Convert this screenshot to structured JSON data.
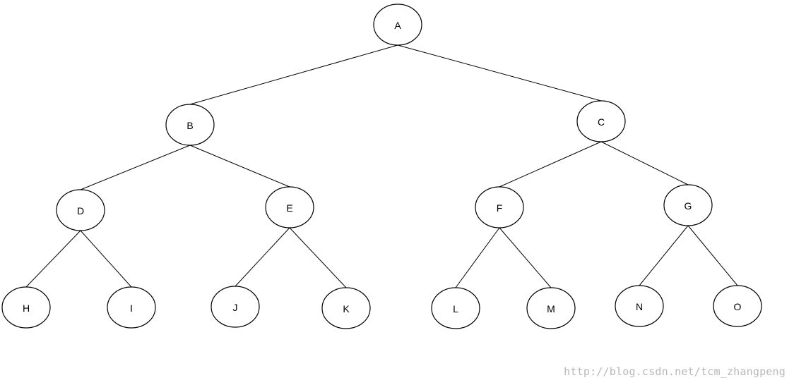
{
  "tree": {
    "nodes": [
      {
        "id": "A",
        "label": "A"
      },
      {
        "id": "B",
        "label": "B"
      },
      {
        "id": "C",
        "label": "C"
      },
      {
        "id": "D",
        "label": "D"
      },
      {
        "id": "E",
        "label": "E"
      },
      {
        "id": "F",
        "label": "F"
      },
      {
        "id": "G",
        "label": "G"
      },
      {
        "id": "H",
        "label": "H"
      },
      {
        "id": "I",
        "label": "I"
      },
      {
        "id": "J",
        "label": "J"
      },
      {
        "id": "K",
        "label": "K"
      },
      {
        "id": "L",
        "label": "L"
      },
      {
        "id": "M",
        "label": "M"
      },
      {
        "id": "N",
        "label": "N"
      },
      {
        "id": "O",
        "label": "O"
      }
    ],
    "edges": [
      {
        "from": "A",
        "to": "B"
      },
      {
        "from": "A",
        "to": "C"
      },
      {
        "from": "B",
        "to": "D"
      },
      {
        "from": "B",
        "to": "E"
      },
      {
        "from": "C",
        "to": "F"
      },
      {
        "from": "C",
        "to": "G"
      },
      {
        "from": "D",
        "to": "H"
      },
      {
        "from": "D",
        "to": "I"
      },
      {
        "from": "E",
        "to": "J"
      },
      {
        "from": "E",
        "to": "K"
      },
      {
        "from": "F",
        "to": "L"
      },
      {
        "from": "F",
        "to": "M"
      },
      {
        "from": "G",
        "to": "N"
      },
      {
        "from": "G",
        "to": "O"
      }
    ]
  },
  "watermark": "http://blog.csdn.net/tcm_zhangpeng"
}
